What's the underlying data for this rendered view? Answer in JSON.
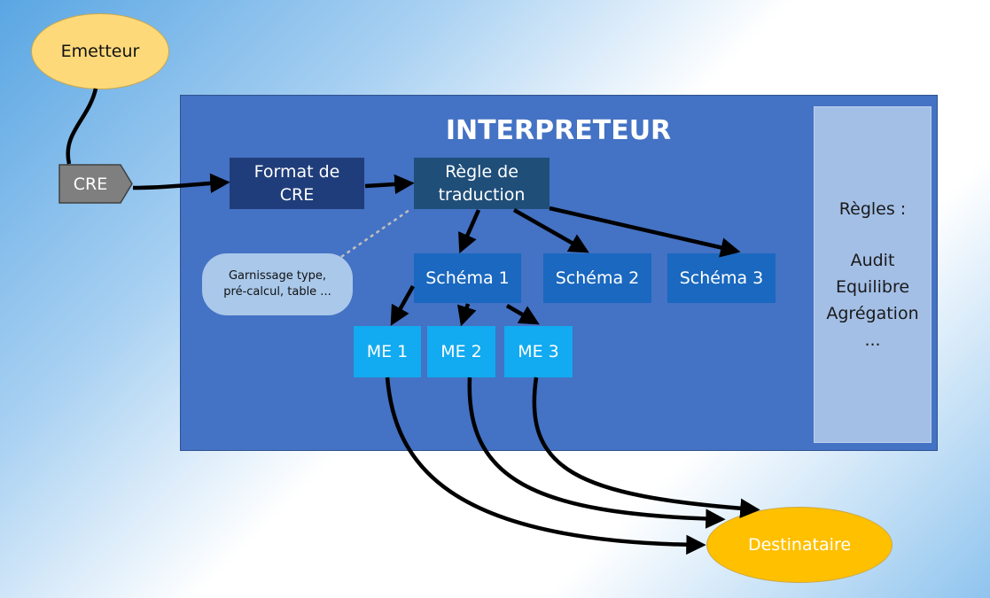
{
  "title": "INTERPRETEUR",
  "emetteur": "Emetteur",
  "cre": "CRE",
  "format": [
    "Format de",
    "CRE"
  ],
  "regle": [
    "Règle de",
    "traduction"
  ],
  "schemas": [
    "Schéma 1",
    "Schéma 2",
    "Schéma 3"
  ],
  "me": [
    "ME 1",
    "ME 2",
    "ME 3"
  ],
  "garnissage": [
    "Garnissage type,",
    "pré-calcul, table ..."
  ],
  "regles": {
    "heading": "Règles :",
    "items": [
      "Audit",
      "Equilibre",
      "Agrégation",
      "..."
    ]
  },
  "destinataire": "Destinataire"
}
